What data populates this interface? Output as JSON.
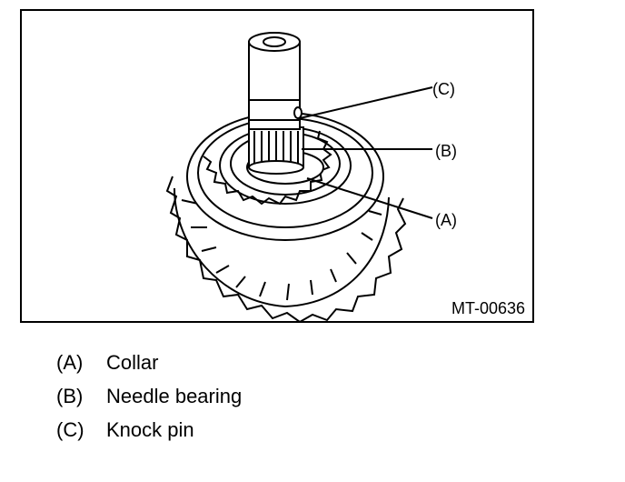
{
  "figure": {
    "id": "MT-00636",
    "callouts": [
      {
        "key": "callout_c",
        "label": "(C)"
      },
      {
        "key": "callout_b",
        "label": "(B)"
      },
      {
        "key": "callout_a",
        "label": "(A)"
      }
    ]
  },
  "legend": [
    {
      "key": "(A)",
      "text": "Collar"
    },
    {
      "key": "(B)",
      "text": "Needle bearing"
    },
    {
      "key": "(C)",
      "text": "Knock pin"
    }
  ]
}
